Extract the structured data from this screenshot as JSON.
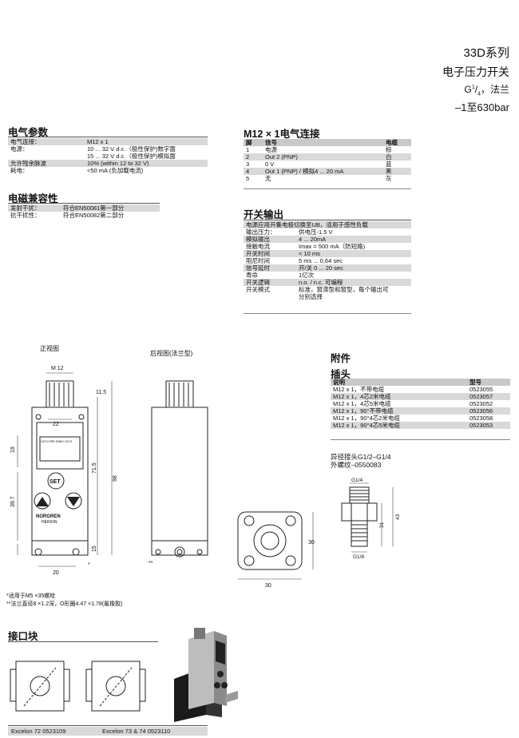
{
  "header": {
    "series": "33D系列",
    "title": "电子压力开关",
    "thread_prefix": "G",
    "thread_num": "1",
    "thread_den": "4",
    "thread_suffix": "，法兰",
    "range": "–1至630bar"
  },
  "electrical": {
    "heading": "电气参数",
    "rows": [
      {
        "label": "电气连接：",
        "value": "M12 x 1"
      },
      {
        "label": "电源：",
        "value": "10 ... 32 V d.c.（极性保护)数字面"
      },
      {
        "label": "",
        "value": "15 ... 32 V d.c.（极性保护)模拟面"
      },
      {
        "label": "允许残余脉波",
        "value": "10% (within 12 to 32 V)"
      },
      {
        "label": "耗电：",
        "value": "<50 mA (负加载电流)"
      }
    ]
  },
  "emc": {
    "heading": "电磁兼容性",
    "rows": [
      {
        "label": "发射干扰：",
        "value": "符合EN50081第一部分"
      },
      {
        "label": "抗干扰性：",
        "value": "符合EN50082第二部分"
      }
    ]
  },
  "m12": {
    "heading": "M12 × 1电气连接",
    "headers": [
      "脚",
      "信号",
      "电缆"
    ],
    "rows": [
      [
        "1",
        "电源",
        "棕"
      ],
      [
        "2",
        "Out 2 (PNP)",
        "白"
      ],
      [
        "3",
        "0 V",
        "蓝"
      ],
      [
        "4",
        "Out 1 (PNP) / 模拟4 ... 20 mA",
        "黑"
      ],
      [
        "5",
        "无",
        "灰"
      ]
    ]
  },
  "switch": {
    "heading": "开关输出",
    "rows": [
      {
        "label": "电源应用开集电极切换至UB，适用于感性负载",
        "value": ""
      },
      {
        "label": "输出压力：",
        "value": "供电压-1.5 V"
      },
      {
        "label": "模拟输出",
        "value": "4 ... 20mA"
      },
      {
        "label": "接触电流",
        "value": "Imax = 500 mA（防短路)"
      },
      {
        "label": "开关时间",
        "value": "< 10 ms"
      },
      {
        "label": "阻尼时间",
        "value": "5 ms ... 0,64 sec"
      },
      {
        "label": "信号延时",
        "value": "开/关 0 ... 20 sec"
      },
      {
        "label": "寿命",
        "value": "1亿次"
      },
      {
        "label": "开关逻辑",
        "value": "n.o. / n.c. 可编程"
      },
      {
        "label": "开关模式",
        "value": "标准，窗滞型和窗型，每个输出可"
      },
      {
        "label": "",
        "value": "分别选择"
      }
    ]
  },
  "drawings": {
    "front_label": "正视图",
    "rear_label": "后视图(法兰型)",
    "dims": {
      "m12": "M 12",
      "d115": "11.5",
      "d22": "22",
      "d19": "19",
      "d715": "71.5",
      "d98": "98",
      "d397": "39.7",
      "d15": "15",
      "d20": "20",
      "d30a": "30",
      "d30b": "30",
      "d31": "31",
      "d43": "43",
      "g14": "G1/4",
      "g18": "G1/8"
    },
    "lcd": "OUT1 ERR SMBO OUT2",
    "set": "SET",
    "brand1": "NORGREN",
    "brand2": "HERION",
    "star1": "*",
    "star2": "**",
    "notes": [
      "*适用于M5 ×35螺栓",
      "**法兰直径8 ×1.2深，O形圈4.47 ×1.78(氟橡胶)"
    ]
  },
  "accessories": {
    "heading": "附件",
    "sub": "插头",
    "headers": [
      "说明",
      "型号"
    ],
    "rows": [
      [
        "M12 x 1，不带电缆",
        "0523055"
      ],
      [
        "M12 x 1，4芯2米电缆",
        "0523057"
      ],
      [
        "M12 x 1，4芯5米电缆",
        "0523052"
      ],
      [
        "M12 x 1，90°不带电缆",
        "0523056"
      ],
      [
        "M12 x 1，90°4芯2米电缆",
        "0523058"
      ],
      [
        "M12 x 1，90°4芯5米电缆",
        "0523053"
      ]
    ],
    "adapter1": "异径接头G1/2–G1/4",
    "adapter2": "外螺纹–0550083"
  },
  "block": {
    "heading": "接口块",
    "caption1": "Excelon 72 0523109",
    "caption2": "Excelon 73 & 74 0523110"
  }
}
